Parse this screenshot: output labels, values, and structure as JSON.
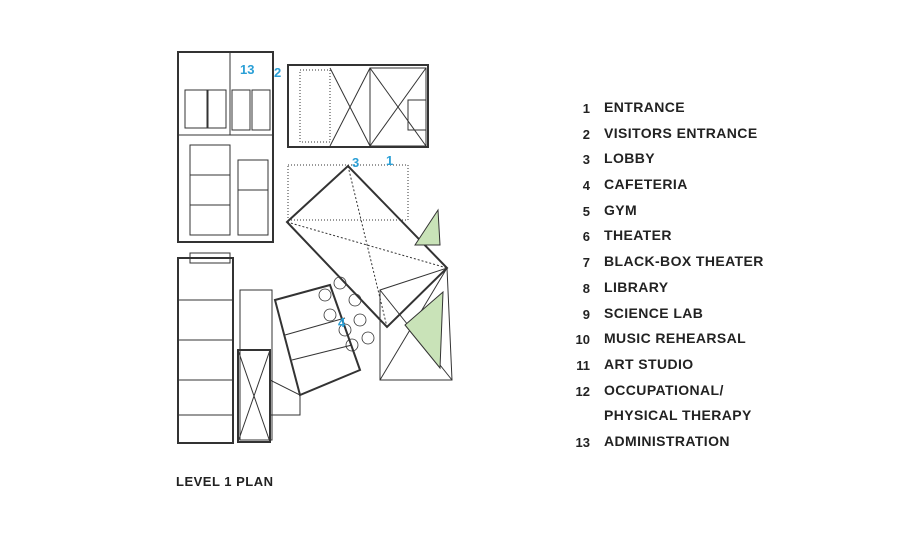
{
  "plan": {
    "caption": "LEVEL 1 PLAN",
    "accent_color": "#2a9fd6",
    "callouts": {
      "entrance": "1",
      "visitors_entrance": "2",
      "lobby": "3",
      "cafeteria": "4",
      "administration": "13"
    }
  },
  "legend": {
    "items": [
      {
        "num": "1",
        "label": "ENTRANCE"
      },
      {
        "num": "2",
        "label": "VISITORS ENTRANCE"
      },
      {
        "num": "3",
        "label": "LOBBY"
      },
      {
        "num": "4",
        "label": "CAFETERIA"
      },
      {
        "num": "5",
        "label": "GYM"
      },
      {
        "num": "6",
        "label": "THEATER"
      },
      {
        "num": "7",
        "label": "BLACK-BOX THEATER"
      },
      {
        "num": "8",
        "label": "LIBRARY"
      },
      {
        "num": "9",
        "label": "SCIENCE LAB"
      },
      {
        "num": "10",
        "label": "MUSIC REHEARSAL"
      },
      {
        "num": "11",
        "label": "ART STUDIO"
      },
      {
        "num": "12",
        "label": "OCCUPATIONAL/\nPHYSICAL THERAPY"
      },
      {
        "num": "13",
        "label": "ADMINISTRATION"
      }
    ]
  }
}
